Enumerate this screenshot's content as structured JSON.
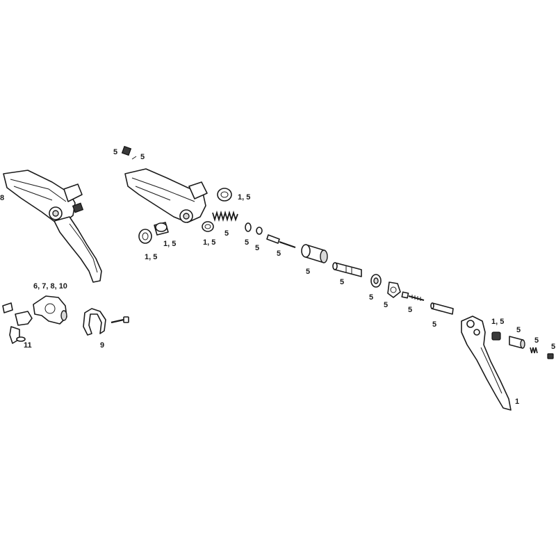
{
  "callouts": {
    "c_5_top_a": "5",
    "c_5_top_b": "5",
    "c_8": "8",
    "c_15_a": "1, 5",
    "c_15_b": "1, 5",
    "c_15_c": "1, 5",
    "c_15_d": "1, 5",
    "c_15_e": "1, 5",
    "c_5_spring": "5",
    "c_5_washer": "5",
    "c_5_oring": "5",
    "c_5_pin": "5",
    "c_5_cyl": "5",
    "c_5_piston": "5",
    "c_5_cap": "5",
    "c_5_clip": "5",
    "c_5_bolt": "5",
    "c_5_sleeve": "5",
    "c_5_r1": "5",
    "c_5_r2": "5",
    "c_5_r3": "5",
    "c_6781": "6, 7, 8, 10",
    "c_11": "11",
    "c_9": "9",
    "c_1": "1"
  }
}
